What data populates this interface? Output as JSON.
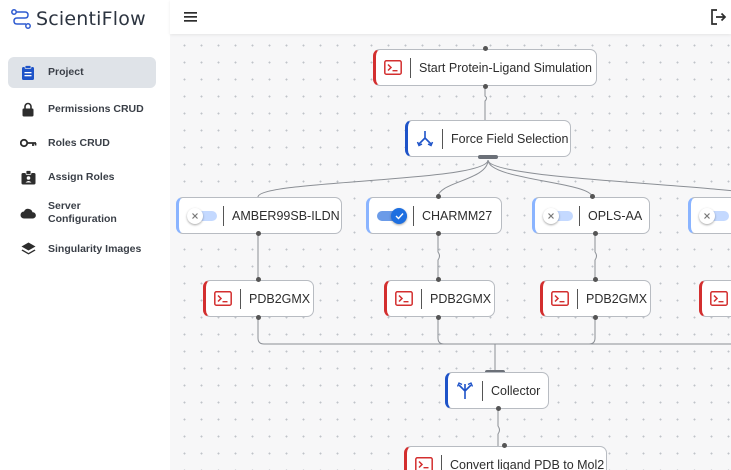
{
  "app": {
    "name": "ScientiFlow",
    "accent": "#1e53c8"
  },
  "sidebar": {
    "items": [
      {
        "label": "Project",
        "icon": "clipboard-icon",
        "active": true
      },
      {
        "label": "Permissions CRUD",
        "icon": "lock-icon"
      },
      {
        "label": "Roles CRUD",
        "icon": "key-icon"
      },
      {
        "label": "Assign Roles",
        "icon": "badge-icon"
      },
      {
        "label": "Server Configuration",
        "icon": "cloud-icon"
      },
      {
        "label": "Singularity Images",
        "icon": "layers-icon"
      }
    ]
  },
  "topbar": {
    "menu_icon": "menu-icon",
    "logout_icon": "logout-icon"
  },
  "workflow": {
    "nodes": {
      "start": {
        "label": "Start Protein-Ligand Simulation",
        "icon": "terminal-icon"
      },
      "force_field": {
        "label": "Force Field Selection",
        "icon": "fork-icon"
      },
      "amber": {
        "label": "AMBER99SB-ILDN",
        "enabled": false
      },
      "charmm": {
        "label": "CHARMM27",
        "enabled": true
      },
      "opls": {
        "label": "OPLS-AA",
        "enabled": false
      },
      "pdb1": {
        "label": "PDB2GMX",
        "icon": "terminal-icon"
      },
      "pdb2": {
        "label": "PDB2GMX",
        "icon": "terminal-icon"
      },
      "pdb3": {
        "label": "PDB2GMX",
        "icon": "terminal-icon"
      },
      "collector": {
        "label": "Collector",
        "icon": "merge-icon"
      },
      "convert": {
        "label": "Convert ligand PDB to Mol2",
        "icon": "terminal-icon"
      }
    },
    "colors": {
      "script_node": "#d32f2f",
      "logic_node": "#1e53c8",
      "toggle_node": "#8ab4ff",
      "toggle_on": "#1e6fe0"
    }
  }
}
